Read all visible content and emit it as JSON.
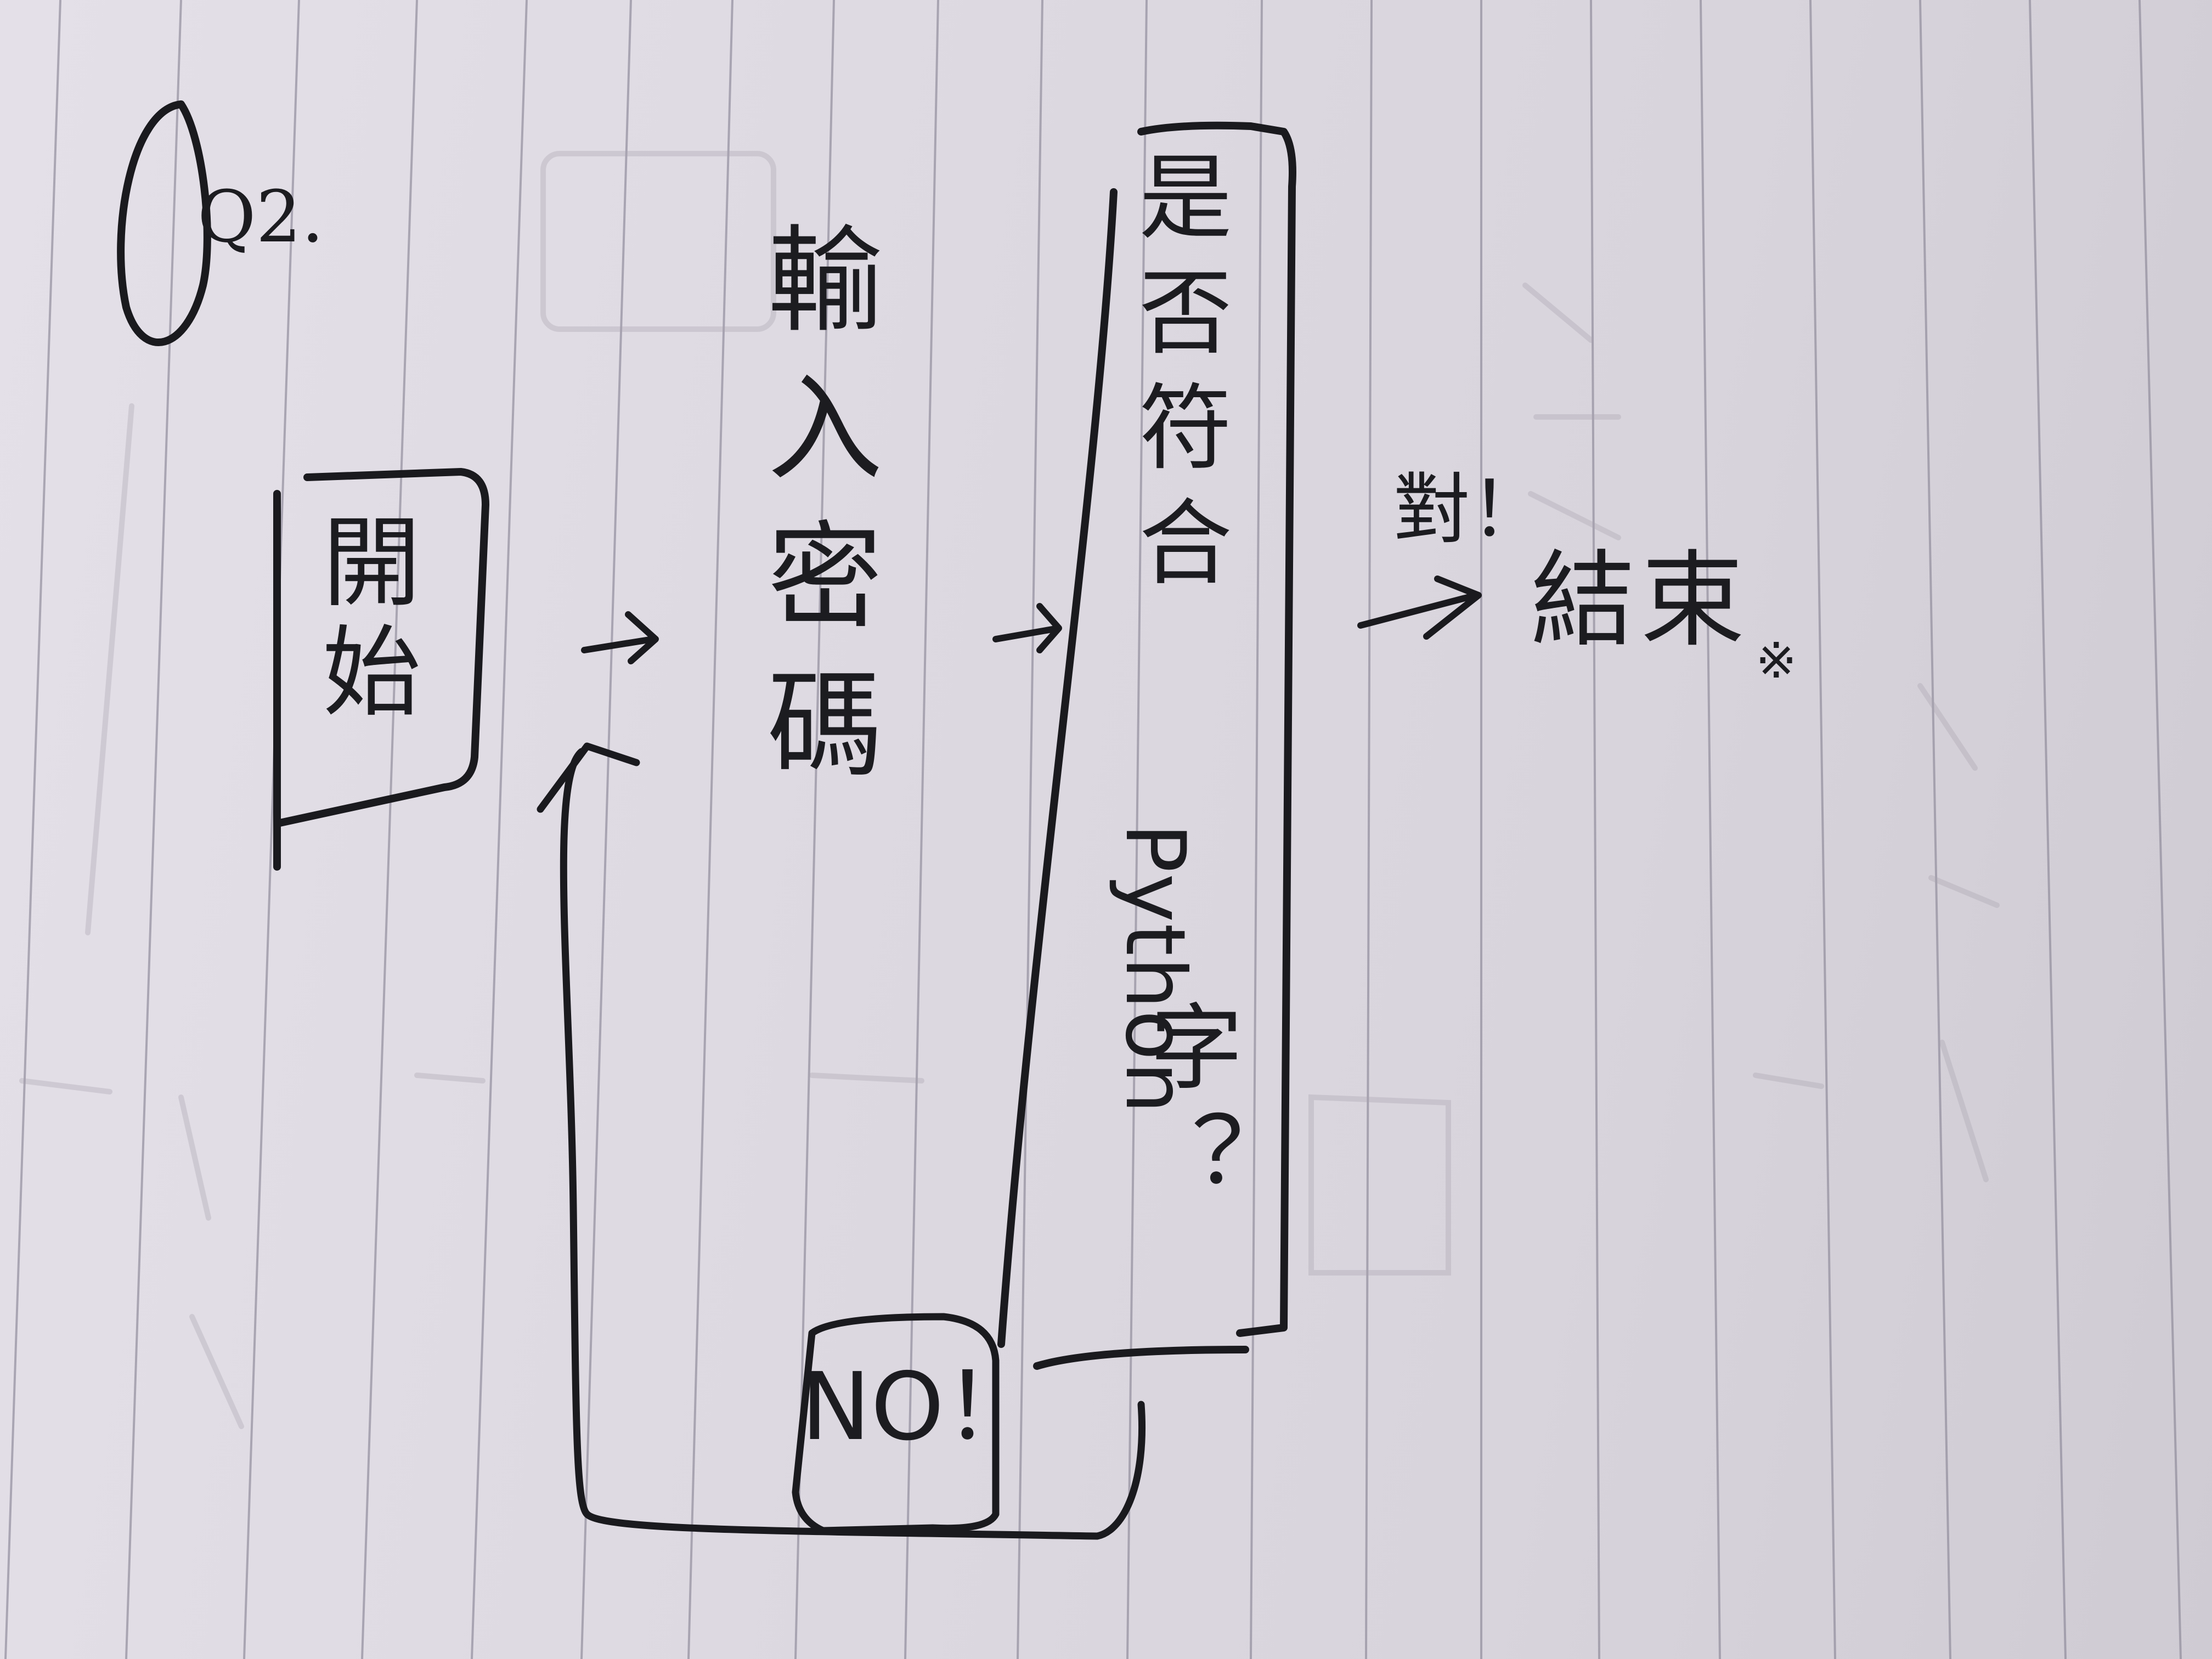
{
  "question_label": "Q2.",
  "nodes": {
    "start": "開始",
    "input": "輸入密碼",
    "decision_line1": "是否符合",
    "decision_python": "Python",
    "decision_line2": "字？",
    "end": "結束"
  },
  "branches": {
    "yes": "對！",
    "no": "NO！"
  },
  "end_mark": "※"
}
